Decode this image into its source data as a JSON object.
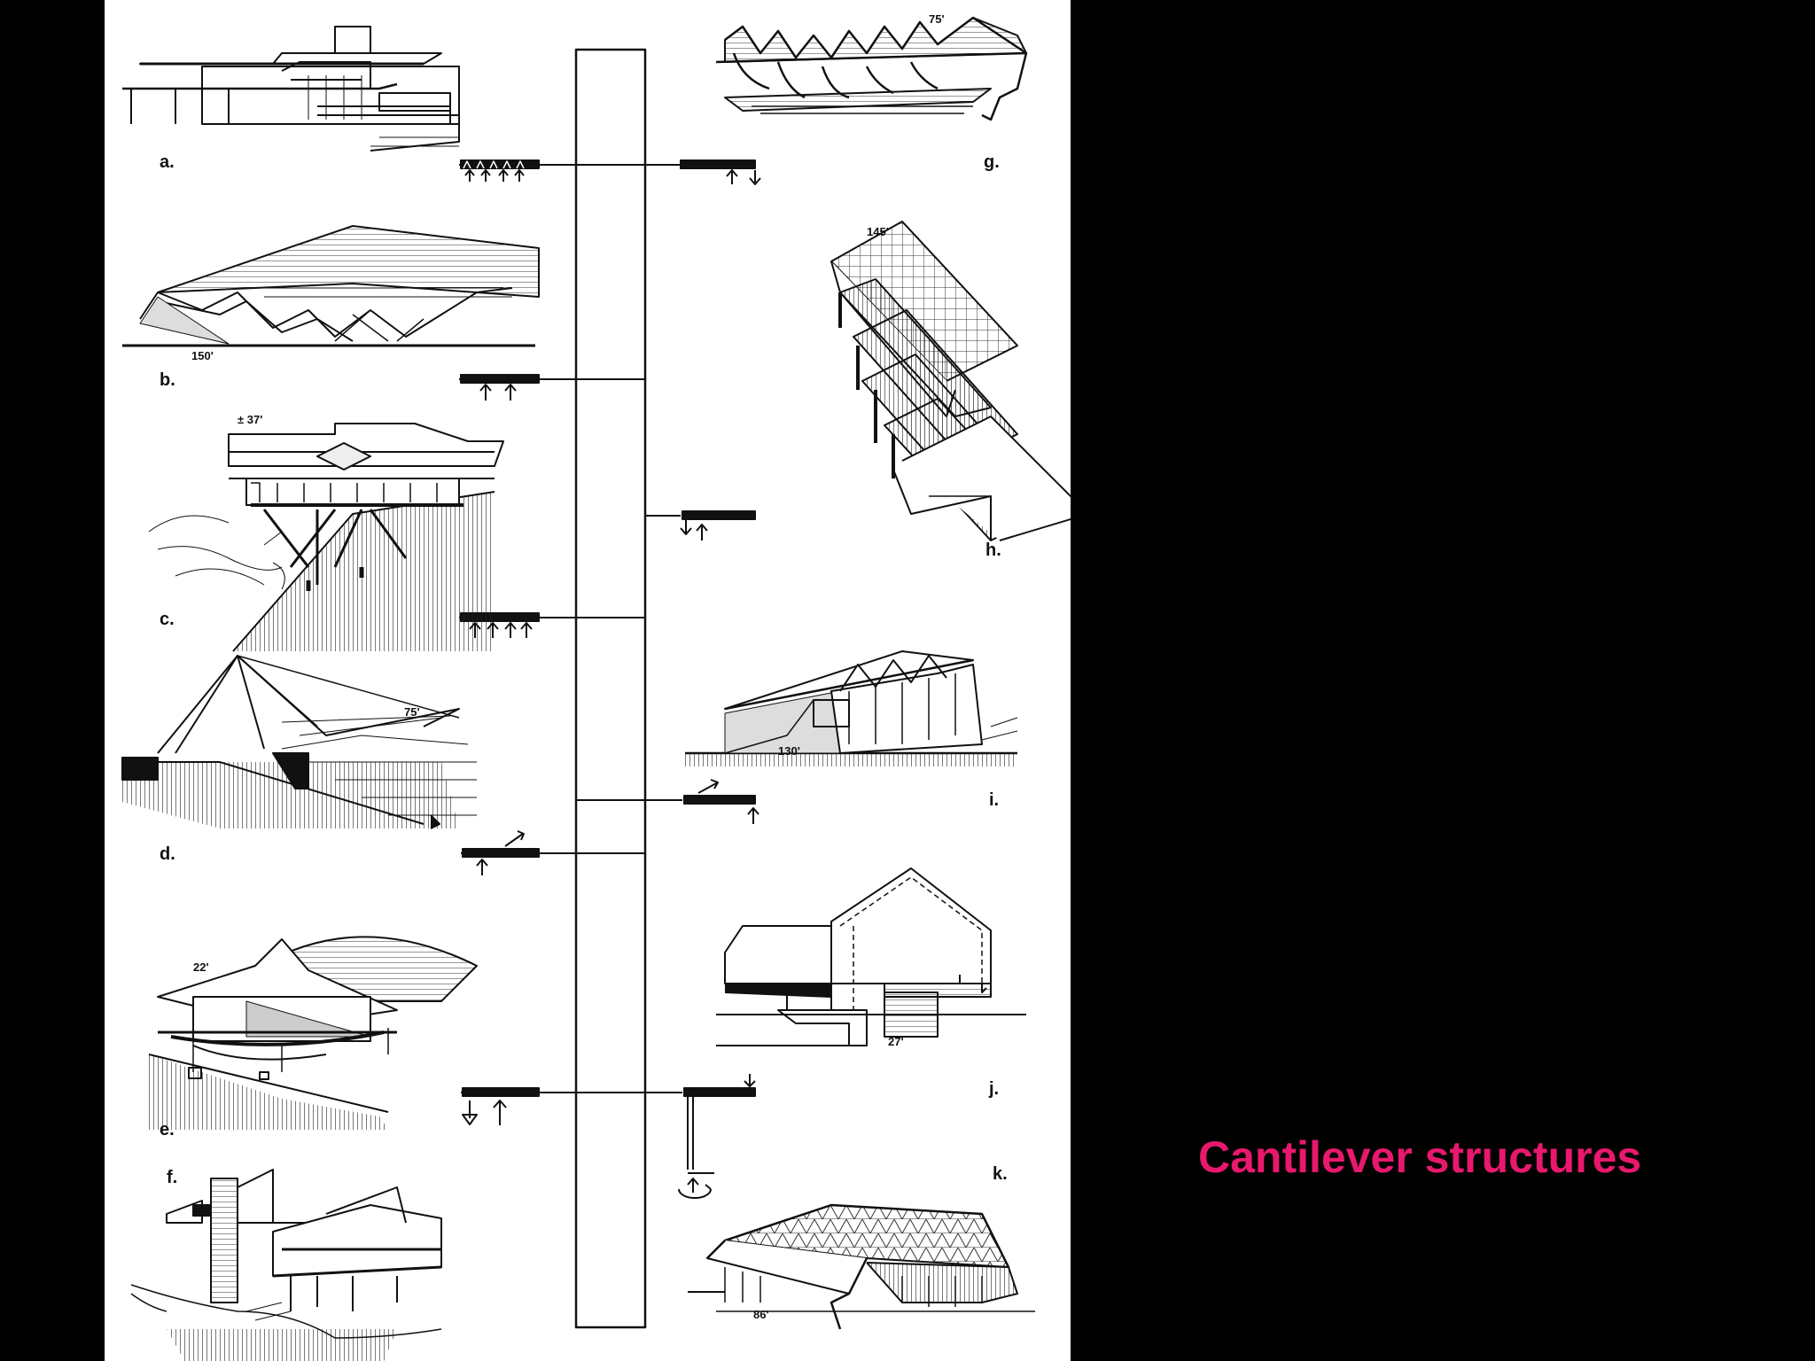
{
  "slide": {
    "title": "Cantilever structures",
    "title_color": "#e8186d",
    "background": "#000000"
  },
  "figures": [
    {
      "label": "a.",
      "dimension": ""
    },
    {
      "label": "b.",
      "dimension": "150'"
    },
    {
      "label": "c.",
      "dimension": "± 37'"
    },
    {
      "label": "d.",
      "dimension": "75'"
    },
    {
      "label": "e.",
      "dimension": "22'"
    },
    {
      "label": "f.",
      "dimension": ""
    },
    {
      "label": "g.",
      "dimension": "75'"
    },
    {
      "label": "h.",
      "dimension": "145'"
    },
    {
      "label": "i.",
      "dimension": "130'"
    },
    {
      "label": "j.",
      "dimension": "27'"
    },
    {
      "label": "k.",
      "dimension": "86'"
    }
  ]
}
